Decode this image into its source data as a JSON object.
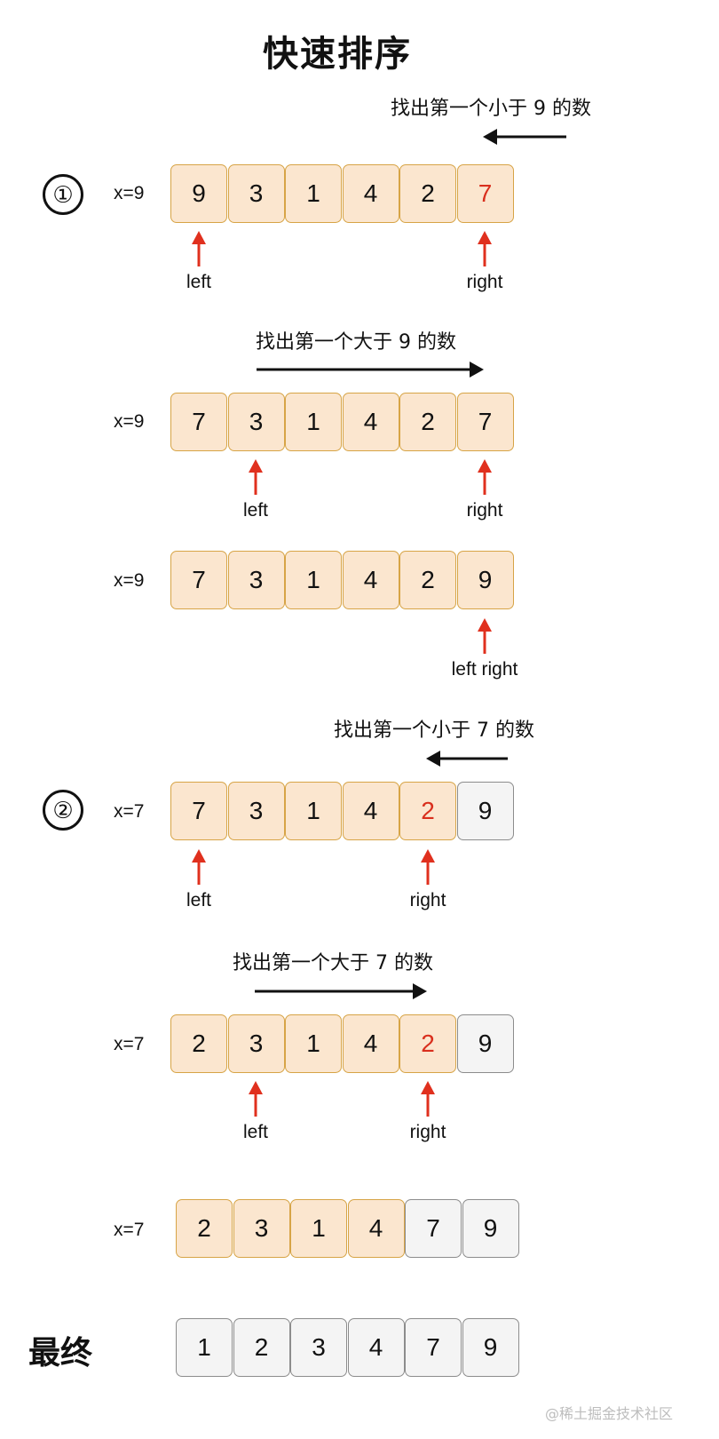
{
  "title": "快速排序",
  "round1": {
    "marker": "①",
    "caption_left": "找出第一个小于 9 的数",
    "caption_right": "找出第一个大于 9 的数",
    "step_a": {
      "x": "x=9",
      "cells": [
        "9",
        "3",
        "1",
        "4",
        "2",
        "7"
      ],
      "left": "left",
      "right": "right"
    },
    "step_b": {
      "x": "x=9",
      "cells": [
        "7",
        "3",
        "1",
        "4",
        "2",
        "7"
      ],
      "left": "left",
      "right": "right"
    },
    "step_c": {
      "x": "x=9",
      "cells": [
        "7",
        "3",
        "1",
        "4",
        "2",
        "9"
      ],
      "both": "left right"
    }
  },
  "round2": {
    "marker": "②",
    "caption_left": "找出第一个小于 7 的数",
    "caption_right": "找出第一个大于 7 的数",
    "step_a": {
      "x": "x=7",
      "cells": [
        "7",
        "3",
        "1",
        "4",
        "2",
        "9"
      ],
      "left": "left",
      "right": "right"
    },
    "step_b": {
      "x": "x=7",
      "cells": [
        "2",
        "3",
        "1",
        "4",
        "2",
        "9"
      ],
      "left": "left",
      "right": "right"
    },
    "step_c": {
      "x": "x=7",
      "cells": [
        "2",
        "3",
        "1",
        "4",
        "7",
        "9"
      ]
    }
  },
  "final": {
    "label": "最终",
    "cells": [
      "1",
      "2",
      "3",
      "4",
      "7",
      "9"
    ]
  },
  "colors": {
    "cell_fill": "#fbe6cf",
    "cell_border": "#d7a446",
    "done_fill": "#f4f4f4",
    "done_border": "#8c8c8c",
    "highlight": "#d92f1d",
    "pointer": "#e0301e"
  },
  "watermark": "@稀土掘金技术社区"
}
